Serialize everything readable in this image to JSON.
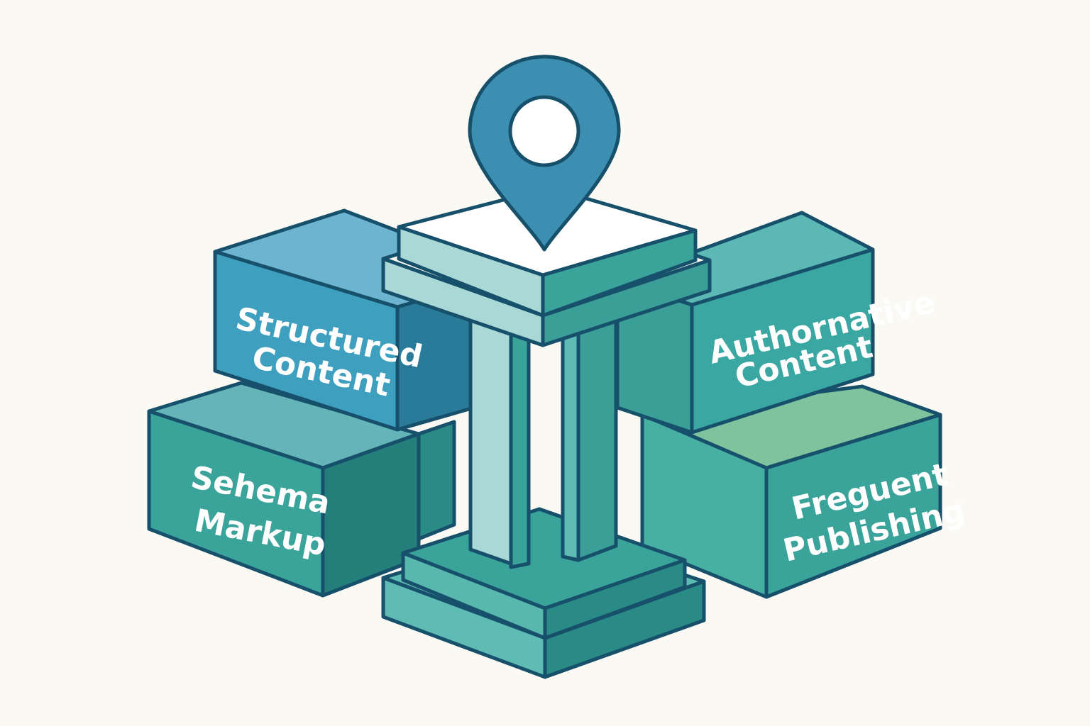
{
  "colors": {
    "background": "#fbf9f3",
    "outline": "#16506a",
    "pin": "#3d8fb2",
    "pillar_light": "#a9d8d6",
    "teal": "#3aa39a",
    "teal_dark": "#2a8a85",
    "blue": "#4aa6c6",
    "green_top": "#7dc49e"
  },
  "icons": {
    "pin": "location-pin-icon"
  },
  "blocks": {
    "structured": {
      "line1": "Structured",
      "line2": "Content"
    },
    "schema": {
      "line1": "Sehema",
      "line2": "Markup"
    },
    "authoritative": {
      "line1": "Authornative",
      "line2": "Content"
    },
    "frequent": {
      "line1": "Freguent",
      "line2": "Publishing"
    }
  }
}
